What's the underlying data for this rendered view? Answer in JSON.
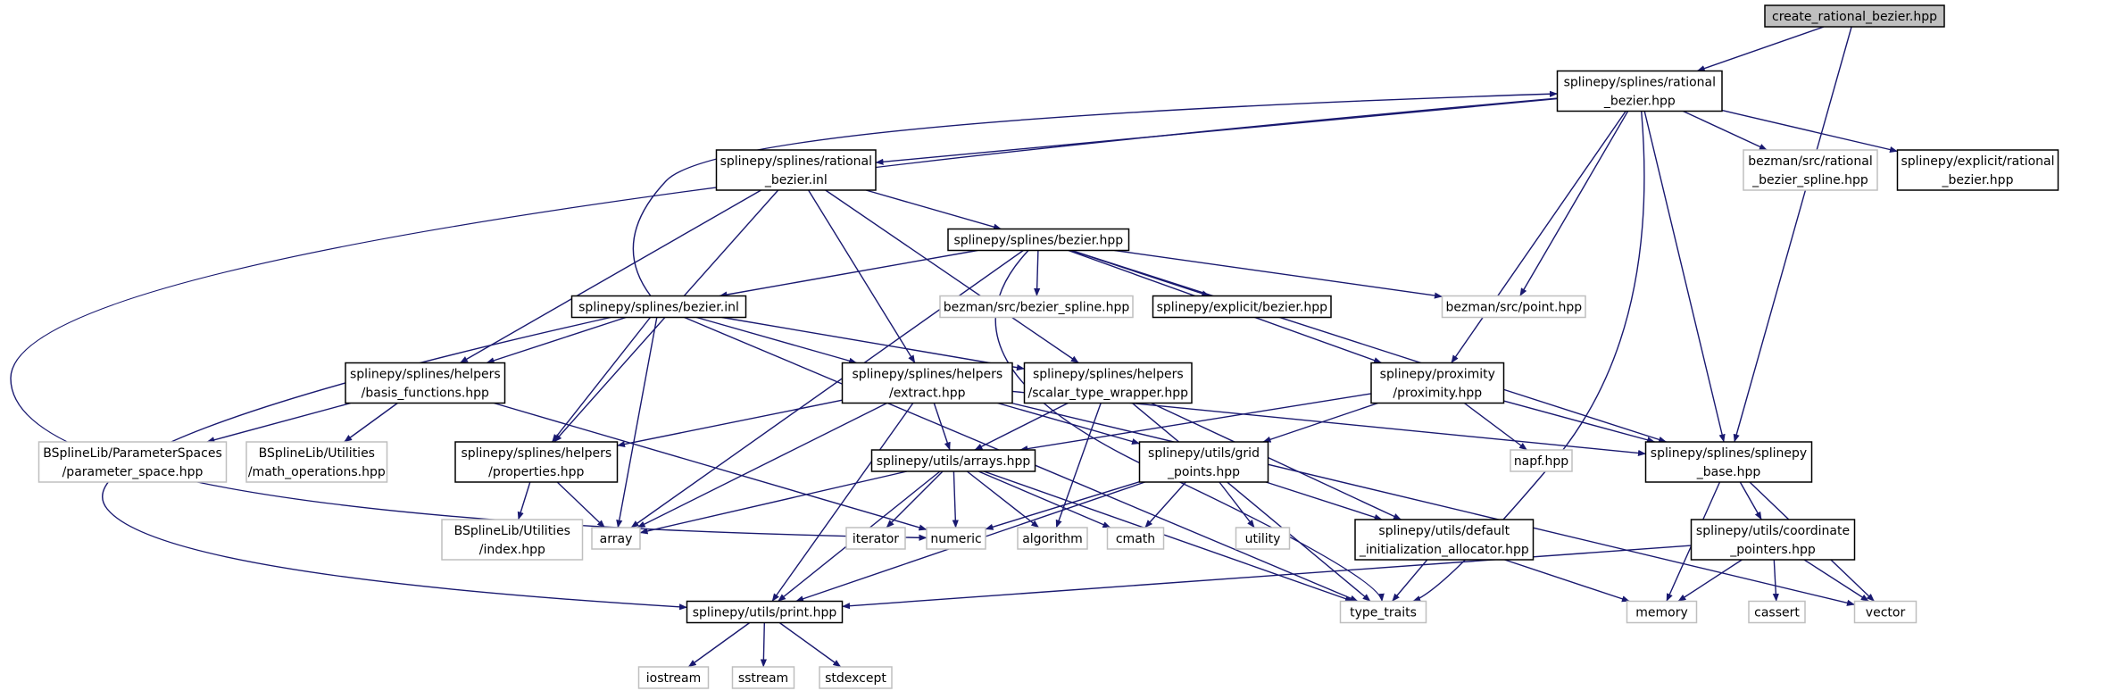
{
  "colors": {
    "edge": "#191970",
    "root_fill": "#bfbfbf",
    "internal_border": "#000000",
    "external_border": "#bfbfbf",
    "text": "#000000"
  },
  "nodes": [
    {
      "id": "root",
      "lines": [
        "create_rational_bezier.hpp"
      ],
      "kind": "root"
    },
    {
      "id": "rational_bezier_hpp",
      "lines": [
        "splinepy/splines/rational",
        "_bezier.hpp"
      ],
      "kind": "internal"
    },
    {
      "id": "rational_bezier_inl",
      "lines": [
        "splinepy/splines/rational",
        "_bezier.inl"
      ],
      "kind": "internal"
    },
    {
      "id": "bezman_rational_bezier_spline",
      "lines": [
        "bezman/src/rational",
        "_bezier_spline.hpp"
      ],
      "kind": "external"
    },
    {
      "id": "explicit_rational_bezier",
      "lines": [
        "splinepy/explicit/rational",
        "_bezier.hpp"
      ],
      "kind": "internal"
    },
    {
      "id": "bezier_hpp",
      "lines": [
        "splinepy/splines/bezier.hpp"
      ],
      "kind": "internal"
    },
    {
      "id": "bezier_inl",
      "lines": [
        "splinepy/splines/bezier.inl"
      ],
      "kind": "internal"
    },
    {
      "id": "bezman_bezier_spline",
      "lines": [
        "bezman/src/bezier_spline.hpp"
      ],
      "kind": "external"
    },
    {
      "id": "explicit_bezier",
      "lines": [
        "splinepy/explicit/bezier.hpp"
      ],
      "kind": "internal"
    },
    {
      "id": "bezman_point",
      "lines": [
        "bezman/src/point.hpp"
      ],
      "kind": "external"
    },
    {
      "id": "basis_functions",
      "lines": [
        "splinepy/splines/helpers",
        "/basis_functions.hpp"
      ],
      "kind": "internal"
    },
    {
      "id": "extract",
      "lines": [
        "splinepy/splines/helpers",
        "/extract.hpp"
      ],
      "kind": "internal"
    },
    {
      "id": "scalar_type_wrapper",
      "lines": [
        "splinepy/splines/helpers",
        "/scalar_type_wrapper.hpp"
      ],
      "kind": "internal"
    },
    {
      "id": "proximity",
      "lines": [
        "splinepy/proximity",
        "/proximity.hpp"
      ],
      "kind": "internal"
    },
    {
      "id": "parameter_space",
      "lines": [
        "BSplineLib/ParameterSpaces",
        "/parameter_space.hpp"
      ],
      "kind": "external"
    },
    {
      "id": "math_operations",
      "lines": [
        "BSplineLib/Utilities",
        "/math_operations.hpp"
      ],
      "kind": "external"
    },
    {
      "id": "properties",
      "lines": [
        "splinepy/splines/helpers",
        "/properties.hpp"
      ],
      "kind": "internal"
    },
    {
      "id": "arrays",
      "lines": [
        "splinepy/utils/arrays.hpp"
      ],
      "kind": "internal"
    },
    {
      "id": "grid_points",
      "lines": [
        "splinepy/utils/grid",
        "_points.hpp"
      ],
      "kind": "internal"
    },
    {
      "id": "napf",
      "lines": [
        "napf.hpp"
      ],
      "kind": "external"
    },
    {
      "id": "splinepy_base",
      "lines": [
        "splinepy/splines/splinepy",
        "_base.hpp"
      ],
      "kind": "internal"
    },
    {
      "id": "index_hpp",
      "lines": [
        "BSplineLib/Utilities",
        "/index.hpp"
      ],
      "kind": "external"
    },
    {
      "id": "array",
      "lines": [
        "array"
      ],
      "kind": "external"
    },
    {
      "id": "iterator",
      "lines": [
        "iterator"
      ],
      "kind": "external"
    },
    {
      "id": "numeric",
      "lines": [
        "numeric"
      ],
      "kind": "external"
    },
    {
      "id": "algorithm",
      "lines": [
        "algorithm"
      ],
      "kind": "external"
    },
    {
      "id": "cmath",
      "lines": [
        "cmath"
      ],
      "kind": "external"
    },
    {
      "id": "utility",
      "lines": [
        "utility"
      ],
      "kind": "external"
    },
    {
      "id": "default_alloc",
      "lines": [
        "splinepy/utils/default",
        "_initialization_allocator.hpp"
      ],
      "kind": "internal"
    },
    {
      "id": "coordinate_pointers",
      "lines": [
        "splinepy/utils/coordinate",
        "_pointers.hpp"
      ],
      "kind": "internal"
    },
    {
      "id": "print",
      "lines": [
        "splinepy/utils/print.hpp"
      ],
      "kind": "internal"
    },
    {
      "id": "type_traits",
      "lines": [
        "type_traits"
      ],
      "kind": "external"
    },
    {
      "id": "memory",
      "lines": [
        "memory"
      ],
      "kind": "external"
    },
    {
      "id": "cassert",
      "lines": [
        "cassert"
      ],
      "kind": "external"
    },
    {
      "id": "vector",
      "lines": [
        "vector"
      ],
      "kind": "external"
    },
    {
      "id": "iostream",
      "lines": [
        "iostream"
      ],
      "kind": "external"
    },
    {
      "id": "sstream",
      "lines": [
        "sstream"
      ],
      "kind": "external"
    },
    {
      "id": "stdexcept",
      "lines": [
        "stdexcept"
      ],
      "kind": "external"
    }
  ],
  "edges": [
    [
      "root",
      "rational_bezier_hpp"
    ],
    [
      "root",
      "splinepy_base"
    ],
    [
      "rational_bezier_hpp",
      "rational_bezier_inl"
    ],
    [
      "rational_bezier_hpp",
      "bezman_rational_bezier_spline"
    ],
    [
      "rational_bezier_hpp",
      "explicit_rational_bezier"
    ],
    [
      "rational_bezier_hpp",
      "bezman_point"
    ],
    [
      "rational_bezier_hpp",
      "proximity"
    ],
    [
      "rational_bezier_hpp",
      "splinepy_base"
    ],
    [
      "rational_bezier_hpp",
      "type_traits"
    ],
    [
      "rational_bezier_hpp",
      "numeric"
    ],
    [
      "rational_bezier_inl",
      "bezier_hpp"
    ],
    [
      "rational_bezier_inl",
      "basis_functions"
    ],
    [
      "rational_bezier_inl",
      "extract"
    ],
    [
      "rational_bezier_inl",
      "scalar_type_wrapper"
    ],
    [
      "rational_bezier_inl",
      "properties"
    ],
    [
      "bezier_hpp",
      "bezier_inl"
    ],
    [
      "bezier_hpp",
      "bezman_bezier_spline"
    ],
    [
      "bezier_hpp",
      "explicit_bezier"
    ],
    [
      "bezier_hpp",
      "bezman_point"
    ],
    [
      "bezier_hpp",
      "proximity"
    ],
    [
      "bezier_hpp",
      "splinepy_base"
    ],
    [
      "bezier_hpp",
      "array"
    ],
    [
      "bezier_hpp",
      "type_traits"
    ],
    [
      "bezier_inl",
      "rational_bezier_hpp"
    ],
    [
      "bezier_inl",
      "basis_functions"
    ],
    [
      "bezier_inl",
      "extract"
    ],
    [
      "bezier_inl",
      "scalar_type_wrapper"
    ],
    [
      "bezier_inl",
      "properties"
    ],
    [
      "bezier_inl",
      "array"
    ],
    [
      "bezier_inl",
      "print"
    ],
    [
      "bezier_inl",
      "type_traits"
    ],
    [
      "basis_functions",
      "parameter_space"
    ],
    [
      "basis_functions",
      "math_operations"
    ],
    [
      "basis_functions",
      "numeric"
    ],
    [
      "extract",
      "properties"
    ],
    [
      "extract",
      "arrays"
    ],
    [
      "extract",
      "grid_points"
    ],
    [
      "extract",
      "splinepy_base"
    ],
    [
      "extract",
      "array"
    ],
    [
      "extract",
      "print"
    ],
    [
      "extract",
      "vector"
    ],
    [
      "scalar_type_wrapper",
      "arrays"
    ],
    [
      "scalar_type_wrapper",
      "algorithm"
    ],
    [
      "scalar_type_wrapper",
      "default_alloc"
    ],
    [
      "scalar_type_wrapper",
      "type_traits"
    ],
    [
      "proximity",
      "arrays"
    ],
    [
      "proximity",
      "grid_points"
    ],
    [
      "proximity",
      "napf"
    ],
    [
      "proximity",
      "splinepy_base"
    ],
    [
      "properties",
      "index_hpp"
    ],
    [
      "properties",
      "array"
    ],
    [
      "arrays",
      "array"
    ],
    [
      "arrays",
      "iterator"
    ],
    [
      "arrays",
      "numeric"
    ],
    [
      "arrays",
      "algorithm"
    ],
    [
      "arrays",
      "cmath"
    ],
    [
      "arrays",
      "print"
    ],
    [
      "arrays",
      "type_traits"
    ],
    [
      "grid_points",
      "numeric"
    ],
    [
      "grid_points",
      "cmath"
    ],
    [
      "grid_points",
      "utility"
    ],
    [
      "grid_points",
      "default_alloc"
    ],
    [
      "grid_points",
      "print"
    ],
    [
      "splinepy_base",
      "coordinate_pointers"
    ],
    [
      "splinepy_base",
      "memory"
    ],
    [
      "splinepy_base",
      "vector"
    ],
    [
      "default_alloc",
      "type_traits"
    ],
    [
      "default_alloc",
      "memory"
    ],
    [
      "coordinate_pointers",
      "print"
    ],
    [
      "coordinate_pointers",
      "memory"
    ],
    [
      "coordinate_pointers",
      "cassert"
    ],
    [
      "coordinate_pointers",
      "vector"
    ],
    [
      "print",
      "iostream"
    ],
    [
      "print",
      "sstream"
    ],
    [
      "print",
      "stdexcept"
    ]
  ]
}
